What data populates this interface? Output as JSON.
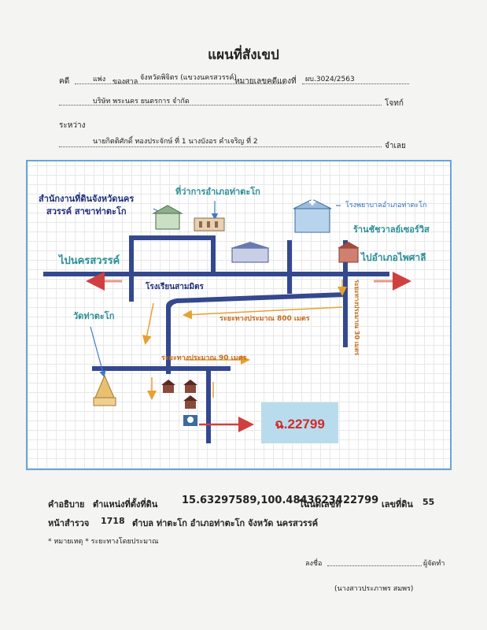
{
  "header": {
    "title": "แผนที่สังเขป",
    "case_label": "คดี",
    "case_type": "แพ่ง",
    "court_label": "ของศาล",
    "court_name": "จังหวัดพิจิตร (แขวงนครสวรรค์)",
    "red_no_label": "หมายเลขคดีแดงที่",
    "red_no": "ผบ.3024/2563",
    "plaintiff": "บริษัท พระนคร ยนตรการ จำกัด",
    "plaintiff_label": "โจทก์",
    "between_label": "ระหว่าง",
    "defendant": "นายกิตติศักดิ์ ทองประจักษ์ ที่ 1  นางบังอร  คำเจริญ  ที่ 2",
    "defendant_label": "จำเลย"
  },
  "map": {
    "land_office": "สำนักงานที่ดินจังหวัดนครสวรรค์ สาขาท่าตะโก",
    "land_office_l1": "สำนักงานที่ดินจังหวัดนคร",
    "land_office_l2": "สวรรค์ สาขาท่าตะโก",
    "district_office": "ที่ว่าการอำเภอท่าตะโก",
    "hospital": "โรงพยาบาลอำเภอท่าตะโก",
    "shop": "ร้านชัชวาลย์เซอร์วิส",
    "to_nakhonsawan": "ไปนครสวรรค์",
    "to_phaisali": "ไปอำเภอไพศาลี",
    "school": "โรงเรียนสามมิตร",
    "temple": "วัดท่าตะโก",
    "dist_800": "ระยะทางประมาณ 800 เมตร",
    "dist_90": "ระยะทางประมาณ 90 เมตร",
    "dist_30": "ระยะทางประมาณ 30 เมตร",
    "plot_label": "ฉ.22799",
    "colors": {
      "road": "#34488e",
      "orange_arrow": "#e8a030",
      "red_arrow": "#d04040",
      "plot_box": "#b8dcec"
    }
  },
  "description": {
    "label": "คำอธิบาย",
    "location_label": "ตำแหน่งที่ตั้งที่ดิน",
    "coords": "15.63297589,100.48436234",
    "deed_label": "โฉนดเลขที่",
    "deed_no": "22799",
    "land_no_label": "เลขที่ดิน",
    "land_no": "55",
    "survey_label": "หน้าสำรวจ",
    "survey_no": "1718",
    "tambon": "ตำบล ท่าตะโก อำเภอท่าตะโก จังหวัด นครสวรรค์",
    "note": "* หมายเหตุ * ระยะทางโดยประมาณ"
  },
  "signature": {
    "sign_label": "ลงชื่อ",
    "role": "ผู้จัดทำ",
    "name": "(นางสาวประภาพร  สมพร)"
  }
}
